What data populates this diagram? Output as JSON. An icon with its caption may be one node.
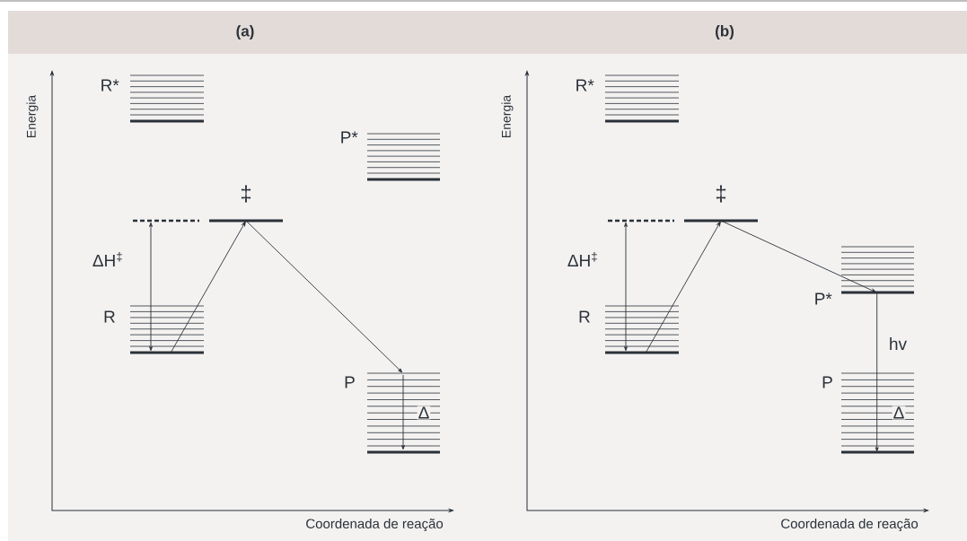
{
  "diagram": {
    "nodes": [
      {
        "text": [
          "(a)"
        ]
      },
      {
        "text": [
          "R*"
        ],
        "in": 0
      },
      {
        "text": [
          "P*"
        ],
        "in": 0
      },
      {
        "text": [
          "‡"
        ],
        "in": 0
      },
      {
        "text": [
          "R"
        ],
        "in": 0
      },
      {
        "text": [
          "P"
        ],
        "in": 0
      },
      {
        "text": [
          "(b)"
        ]
      },
      {
        "text": [
          "R*"
        ],
        "in": 6
      },
      {
        "text": [
          "‡"
        ],
        "in": 6
      },
      {
        "text": [
          "P*"
        ],
        "in": 6
      },
      {
        "text": [
          "R"
        ],
        "in": 6
      },
      {
        "text": [
          "P"
        ],
        "in": 6
      }
    ],
    "edges": [
      {
        "from": 4,
        "to": 3,
        "arrow": "to"
      },
      {
        "from": 3,
        "to": 5,
        "arrow": "to"
      },
      {
        "from": 10,
        "to": 8,
        "arrow": "to"
      },
      {
        "from": 8,
        "to": 9,
        "arrow": "to"
      },
      {
        "from": 9,
        "to": 11,
        "arrow": "to",
        "label": "hv"
      }
    ],
    "labels": [
      "Energia",
      "Coordenada de reação",
      "ΔH$^{‡}$",
      "Δ",
      "Energia",
      "Coordenada de reação",
      "ΔH$^{‡}$",
      "Δ"
    ]
  }
}
